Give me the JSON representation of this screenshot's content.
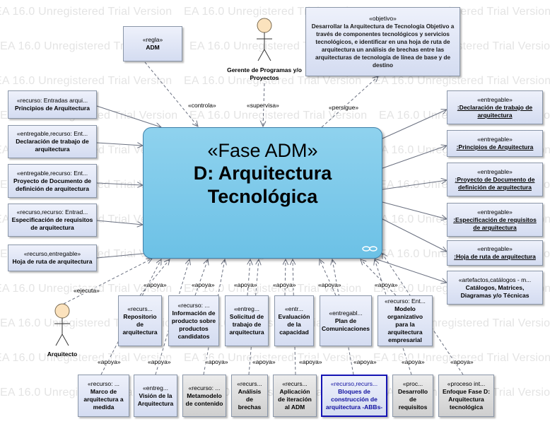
{
  "watermark": "EA 16.0 Unregistered Trial Version",
  "main": {
    "stereotype": "«Fase ADM»",
    "name_line1": "D: Arquitectura",
    "name_line2": "Tecnológica"
  },
  "regla": {
    "stereotype": "«regla»",
    "name": "ADM"
  },
  "gerente": {
    "line1": "Gerente de Programas y/o",
    "line2": "Proyectos"
  },
  "arquitecto": {
    "name": "Arquitecto"
  },
  "objetivo": {
    "stereotype": "«objetivo»",
    "text": "Desarrollar la Arquitectura de Tecnología Objetivo a través de componentes tecnológicos y servicios tecnológicos, e identificar en una hoja de ruta de arquitectura un análisis de brechas entre las arquitecturas de tecnología de línea de base y de destino"
  },
  "inputs": [
    {
      "stereotype": "«recurso: Entradas arqui...",
      "name": "Principios de Arquitectura"
    },
    {
      "stereotype": "«entregable,recurso: Ent...",
      "name": "Declaración de trabajo de arquitectura"
    },
    {
      "stereotype": "«entregable,recurso: Ent...",
      "name": "Proyecto de Documento de definición de arquitectura"
    },
    {
      "stereotype": "«recurso,recurso: Entrad...",
      "name": "Especificación de requisitos de arquitectura"
    },
    {
      "stereotype": "«recurso,entregable»",
      "name": "Hoja de ruta de arquitectura"
    }
  ],
  "outputs": [
    {
      "stereotype": "«entregable»",
      "name": ":Declaración de trabajo de arquitectura"
    },
    {
      "stereotype": "«entregable»",
      "name": ":Principios de Arquitectura"
    },
    {
      "stereotype": "«entregable»",
      "name": ":Proyecto de Documento de definición de arquitectura"
    },
    {
      "stereotype": "«entregable»",
      "name": ":Especificación de requisitos de arquitectura"
    },
    {
      "stereotype": "«entregable»",
      "name": ":Hoja de ruta de arquitectura"
    },
    {
      "stereotype": "«artefactos,catálogos - m...",
      "name": "Catálogos, Matrices, Diagramas y/o Técnicas"
    }
  ],
  "middle_row": [
    {
      "stereotype": "«recurs...",
      "name": "Repositorio de arquitectura"
    },
    {
      "stereotype": "«recurso: ...",
      "name": "Información de producto sobre productos candidatos"
    },
    {
      "stereotype": "«entreg...",
      "name": "Solicitud de trabajo de arquitectura"
    },
    {
      "stereotype": "«entr...",
      "name": "Evaluación de la capacidad"
    },
    {
      "stereotype": "«entregabl...",
      "name": "Plan de Comunicaciones"
    },
    {
      "stereotype": "«recurso: Ent...",
      "name": "Modelo organizativo para la arquitectura empresarial"
    }
  ],
  "bottom_row": [
    {
      "stereotype": "«recurso: ...",
      "name": "Marco de arquitectura a medida"
    },
    {
      "stereotype": "«entreg...",
      "name": "Visión de la Arquitectura"
    },
    {
      "stereotype": "«recurso: ...",
      "name": "Metamodelo de contenido"
    },
    {
      "stereotype": "«recurs...",
      "name": "Análisis de brechas"
    },
    {
      "stereotype": "«recurs...",
      "name": "Aplicación de iteración al ADM"
    },
    {
      "stereotype": "«recurso,recurs...",
      "name": "Bloques de construcción de arquitectura -ABBs-"
    },
    {
      "stereotype": "«proc...",
      "name": "Desarrollo de requisitos"
    },
    {
      "stereotype": "«proceso int...",
      "name": "Enfoque Fase D: Arquitectura tecnológica"
    }
  ],
  "labels": {
    "controla": "«controla»",
    "supervisa": "«supervisa»",
    "persigue": "«persigue»",
    "ejecuta": "«ejecuta»",
    "apoya": "«apoya»"
  },
  "colors": {
    "main_fill": "#7ac8ea",
    "box_fill": "#dde3f5",
    "gray_fill": "#d9d9d9",
    "selected_border": "#1414b4",
    "actor_fill": "#fbe2bd"
  }
}
